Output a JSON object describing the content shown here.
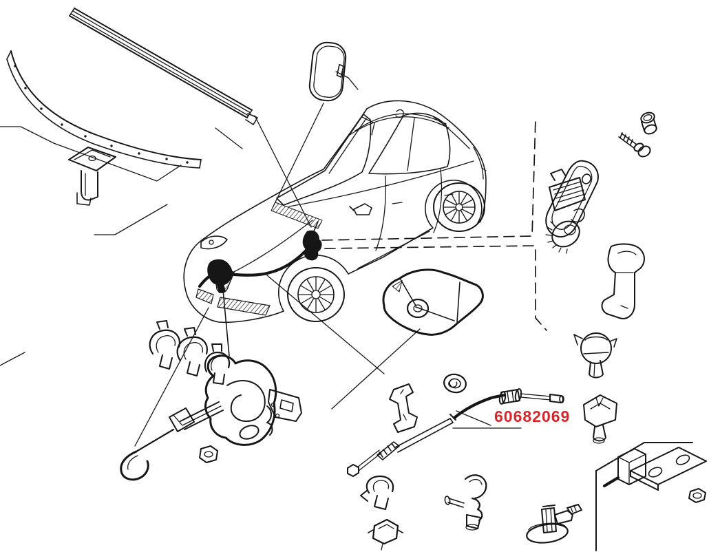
{
  "diagram": {
    "part_label": {
      "text": "60682069",
      "color": "#d8272b"
    },
    "colors": {
      "background": "#ffffff",
      "line": "#161616",
      "highlight": "#d8272b"
    },
    "parts": [
      {
        "id": "cowl-seal-strip"
      },
      {
        "id": "retaining-clip-upper-left"
      },
      {
        "id": "hood-rear-weatherstrip"
      },
      {
        "id": "hood-insulation-pad"
      },
      {
        "id": "vehicle-front-three-quarter-view"
      },
      {
        "id": "hood-release-cable-routing"
      },
      {
        "id": "blind-rivet"
      },
      {
        "id": "self-tapping-screw"
      },
      {
        "id": "hood-release-handle-assembly"
      },
      {
        "id": "rubber-buffer"
      },
      {
        "id": "cable-clip-round"
      },
      {
        "id": "cable-clip"
      },
      {
        "id": "center-support-bracket"
      },
      {
        "id": "clip-set"
      },
      {
        "id": "hood-lock-assembly"
      },
      {
        "id": "lock-nut"
      },
      {
        "id": "grommet"
      },
      {
        "id": "cable-bracket"
      },
      {
        "id": "hood-release-cable",
        "highlighted": true
      },
      {
        "id": "spring-clip"
      },
      {
        "id": "retaining-clip-small"
      },
      {
        "id": "hook-clip"
      },
      {
        "id": "push-pin-fastener"
      },
      {
        "id": "hinge-bracket-plate"
      },
      {
        "id": "fixing-nut"
      }
    ]
  }
}
